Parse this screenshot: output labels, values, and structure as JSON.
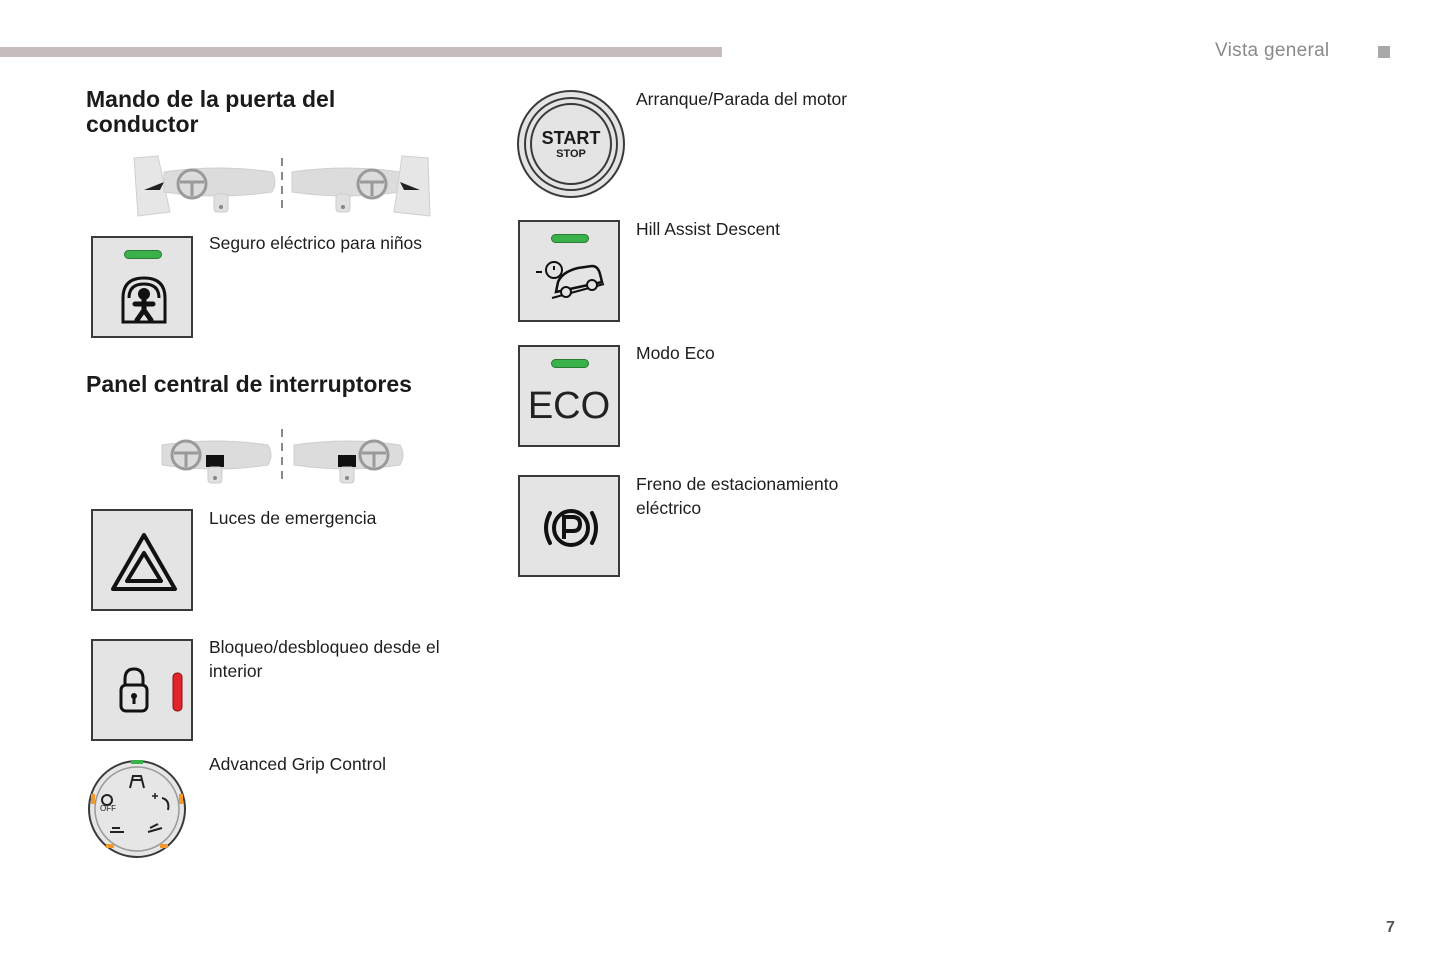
{
  "header": {
    "section": "Vista general"
  },
  "page_number": "7",
  "left": {
    "driver_door_title": "Mando de la puerta del conductor",
    "central_panel_title": "Panel central de interruptores",
    "items": [
      {
        "id": "child-lock",
        "label": "Seguro eléctrico para niños"
      },
      {
        "id": "hazard",
        "label": "Luces de emergencia"
      },
      {
        "id": "lock",
        "label": "Bloqueo/desbloqueo desde el interior"
      },
      {
        "id": "grip",
        "label": "Advanced Grip Control"
      }
    ]
  },
  "right": {
    "items": [
      {
        "id": "start-stop",
        "label": "Arranque/Parada del motor"
      },
      {
        "id": "hill",
        "label": "Hill Assist Descent"
      },
      {
        "id": "eco",
        "label": "Modo Eco"
      },
      {
        "id": "parking-brake",
        "label": "Freno de estacionamiento eléctrico"
      }
    ]
  },
  "buttons": {
    "start_text": "START",
    "stop_text": "STOP",
    "eco_text": "ECO",
    "grip_off_text": "OFF"
  },
  "icons": {
    "child_lock": "child-lock-icon",
    "hazard": "hazard-triangle-icon",
    "lock": "padlock-icon",
    "hill": "hill-descent-icon",
    "parking": "parking-brake-icon",
    "start": "start-stop-icon",
    "grip": "grip-control-dial-icon"
  },
  "colors": {
    "led_green": "#3ab24a",
    "lock_red": "#e0262a",
    "grip_orange": "#f29a2e",
    "bar": "#c6bcbe"
  }
}
